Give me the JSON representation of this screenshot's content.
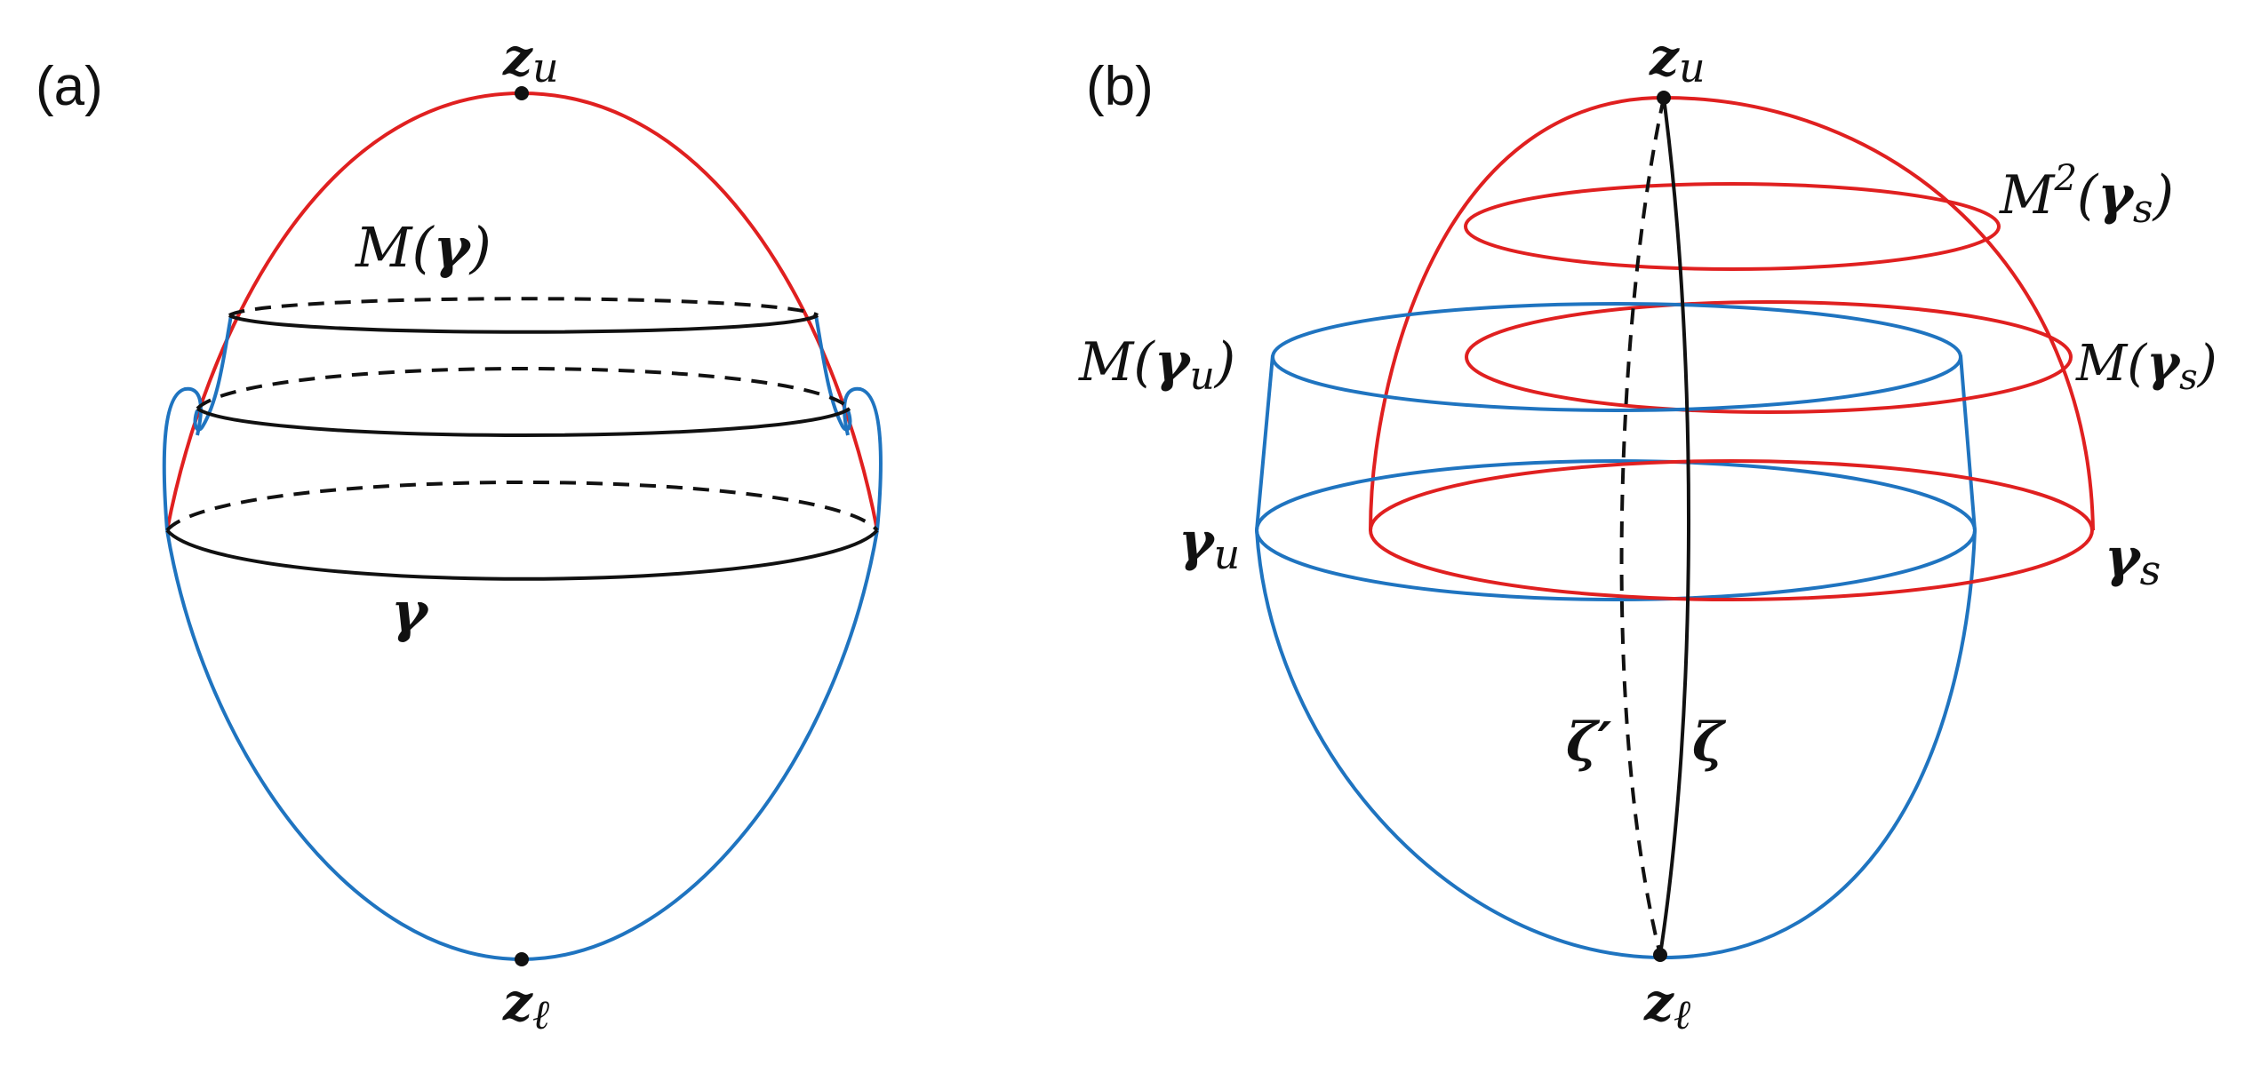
{
  "panel_a": {
    "label": "(a)",
    "top_point": {
      "main": "z",
      "sub": "u"
    },
    "bottom_point": {
      "main": "z",
      "sub": "ℓ"
    },
    "upper_curve": {
      "prefix": "M(",
      "main": "γ",
      "suffix": ")"
    },
    "lower_curve": {
      "main": "γ"
    }
  },
  "panel_b": {
    "label": "(b)",
    "top_point": {
      "main": "z",
      "sub": "u"
    },
    "bottom_point": {
      "main": "z",
      "sub": "ℓ"
    },
    "m2_gamma_s": {
      "prefix": "M",
      "sup": "2",
      "open": "(",
      "main": "γ",
      "sub": "s",
      "close": ")"
    },
    "m_gamma_s": {
      "prefix": "M(",
      "main": "γ",
      "sub": "s",
      "close": ")"
    },
    "m_gamma_u": {
      "prefix": "M(",
      "main": "γ",
      "sub": "u",
      "close": ")"
    },
    "gamma_u": {
      "main": "γ",
      "sub": "u"
    },
    "gamma_s": {
      "main": "γ",
      "sub": "s"
    },
    "zeta_prime": "ζ′",
    "zeta": "ζ"
  },
  "colors": {
    "stable": "#e02020",
    "unstable": "#1f74c0",
    "curves": "#111111"
  }
}
